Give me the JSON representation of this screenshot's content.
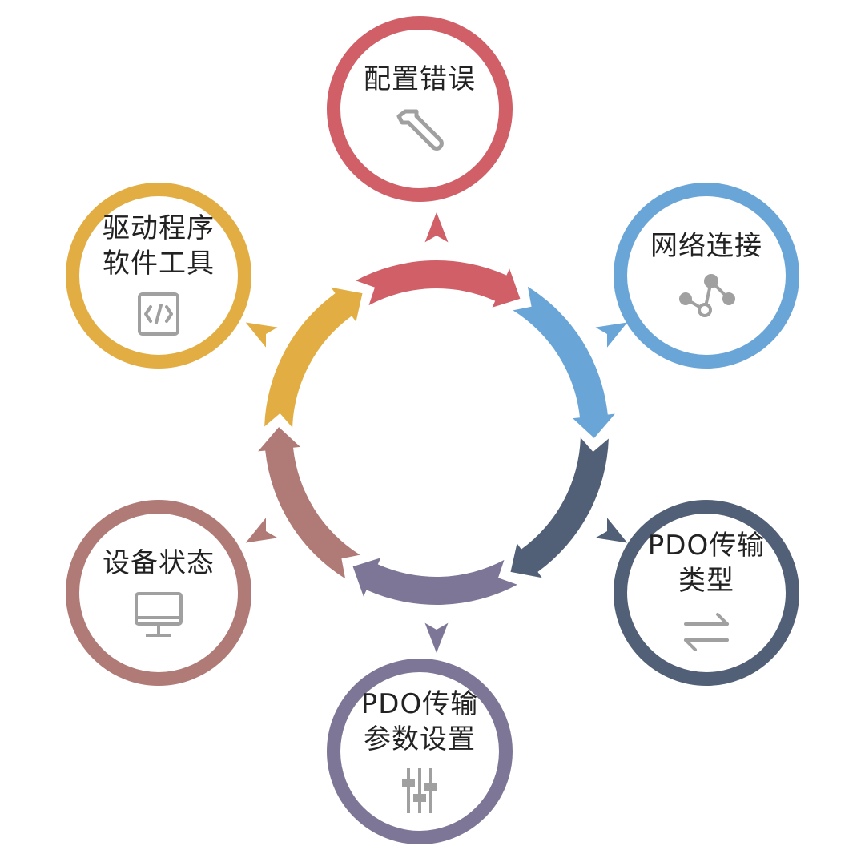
{
  "nodes": [
    {
      "id": "config-error",
      "lines": [
        "配置错误"
      ],
      "color": "#d05f67",
      "icon": "wrench-icon"
    },
    {
      "id": "network",
      "lines": [
        "网络连接"
      ],
      "color": "#6aa5d8",
      "icon": "network-nodes-icon"
    },
    {
      "id": "pdo-type",
      "lines": [
        "PDO传输",
        "类型"
      ],
      "color": "#516076",
      "icon": "transfer-arrows-icon"
    },
    {
      "id": "pdo-params",
      "lines": [
        "PDO传输",
        "参数设置"
      ],
      "color": "#7e7696",
      "icon": "sliders-icon"
    },
    {
      "id": "device-status",
      "lines": [
        "设备状态"
      ],
      "color": "#b07a76",
      "icon": "monitor-icon"
    },
    {
      "id": "driver-tools",
      "lines": [
        "驱动程序",
        "软件工具"
      ],
      "color": "#e2ae44",
      "icon": "code-icon"
    }
  ]
}
